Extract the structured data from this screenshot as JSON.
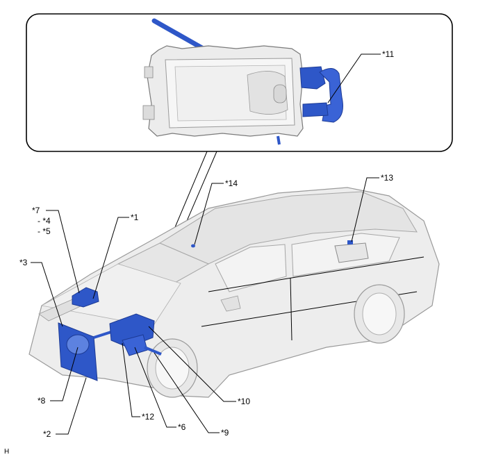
{
  "labels": {
    "l1": "*1",
    "l2": "*2",
    "l3": "*3",
    "l4": "- *4",
    "l5": "- *5",
    "l6": "*6",
    "l7": "*7",
    "l8": "*8",
    "l9": "*9",
    "l10": "*10",
    "l11": "*11",
    "l12": "*12",
    "l13": "*13",
    "l14": "*14"
  },
  "corner_mark": "H",
  "colors": {
    "component_blue": "#2e57c8",
    "component_blue_light": "#5d82e0",
    "car_body": "#ededed",
    "car_outline": "#9a9a9a"
  }
}
